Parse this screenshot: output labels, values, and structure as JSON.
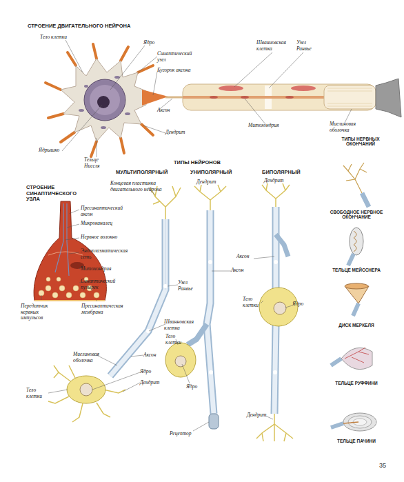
{
  "diagram": {
    "labels": [
      "СТРОЕНИЕ ДВИГАТЕЛЬНОГО НЕЙРОНА",
      "Тело клетки",
      "Ядро",
      "Синаптический узел",
      "Бугорок аксона",
      "Аксон",
      "Дендрит",
      "Ядрышко",
      "Тельце Ниссля",
      "Шванновская клетка",
      "Узел Ранвье",
      "Митохондрия",
      "Миелиновая оболочка",
      "ТИПЫ НЕЙРОНОВ",
      "МУЛЬТИПОЛЯРНЫЙ",
      "УНИПОЛЯРНЫЙ",
      "БИПОЛЯРНЫЙ",
      "ТИПЫ НЕРВНЫХ ОКОНЧАНИЙ",
      "СТРОЕНИЕ СИНАПТИЧЕСКОГО УЗЛА",
      "Пресинаптический аксон",
      "Микроканалец",
      "Нервное волокно",
      "Эндоплазматическая сеть",
      "Митохондрия",
      "Синаптический пузырек",
      "Передатчик нервных импульсов",
      "Пресинаптическая мембрана",
      "Концевая пластинка двигательного нейрона",
      "Узел Ранвье",
      "Шванновская клетка",
      "Миелиновая оболочка",
      "Аксон",
      "Ядро",
      "Дендрит",
      "Тело клетки",
      "Дендрит",
      "Аксон",
      "Тело клетки",
      "Ядро",
      "Рецептор",
      "Дендрит",
      "Аксон",
      "Тело клетки",
      "Ядро",
      "Дендрит",
      "СВОБОДНОЕ НЕРВНОЕ ОКОНЧАНИЕ",
      "ТЕЛЬЦЕ МЕЙССНЕРА",
      "ДИСК МЕРКЕЛЯ",
      "ТЕЛЬЦЕ РУФФИНИ",
      "ТЕЛЬЦЕ ПАЧИНИ",
      "35"
    ]
  }
}
